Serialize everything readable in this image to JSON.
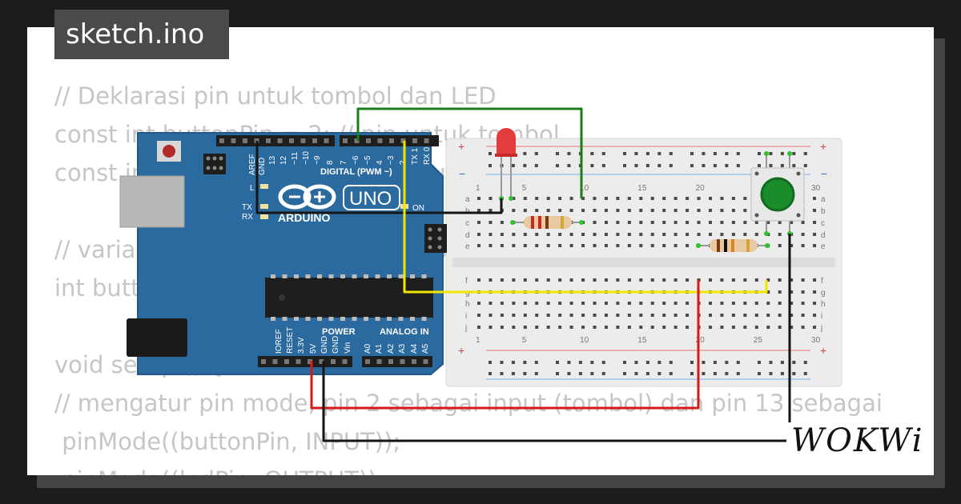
{
  "file_tab": {
    "label": "sketch.ino"
  },
  "code_lines": [
    "// Deklarasi pin untuk tombol dan LED",
    "const int buttonPin = 2; // pin untuk tombol",
    "const int ledPin = 13;   // pin untuk LED, pin 13",
    "",
    "// variabel untuk membaca status tombol",
    "int buttonState = 0;",
    "",
    "void setup () {",
    "// mengatur pin mode, pin 2 sebagai input (tombol) dan pin 13 sebagai",
    " pinMode((buttonPin, INPUT));",
    " pinMode((ledPin, OUTPUT));"
  ],
  "arduino": {
    "brand": "ARDUINO",
    "model": "UNO",
    "digital_label": "DIGITAL (PWM ~)",
    "power_label": "POWER",
    "analog_label": "ANALOG IN",
    "aref": "AREF",
    "gnd": "GND",
    "led_l": "L",
    "led_tx": "TX",
    "led_rx": "RX",
    "led_on": "ON",
    "digital_pins": [
      "13",
      "12",
      "~11",
      "~10",
      "~9",
      "8",
      "7",
      "~6",
      "~5",
      "4",
      "~3",
      "2",
      "TX 1",
      "RX 0"
    ],
    "power_pins": [
      "IOREF",
      "RESET",
      "3.3V",
      "5V",
      "GND",
      "GND",
      "Vin"
    ],
    "analog_pins": [
      "A0",
      "A1",
      "A2",
      "A3",
      "A4",
      "A5"
    ]
  },
  "breadboard": {
    "column_numbers": [
      "1",
      "5",
      "10",
      "15",
      "20",
      "25",
      "30"
    ],
    "rows_top": [
      "a",
      "b",
      "c",
      "d",
      "e"
    ],
    "rows_bottom": [
      "f",
      "g",
      "h",
      "i",
      "j"
    ],
    "plus": "+",
    "minus": "−"
  },
  "wire_colors": {
    "green": "#1a7d1a",
    "black": "#151515",
    "yellow": "#f2e600",
    "red": "#d41a1a"
  },
  "board_color": "#2b6a9e",
  "watermark": {
    "label": "WOKWi"
  }
}
